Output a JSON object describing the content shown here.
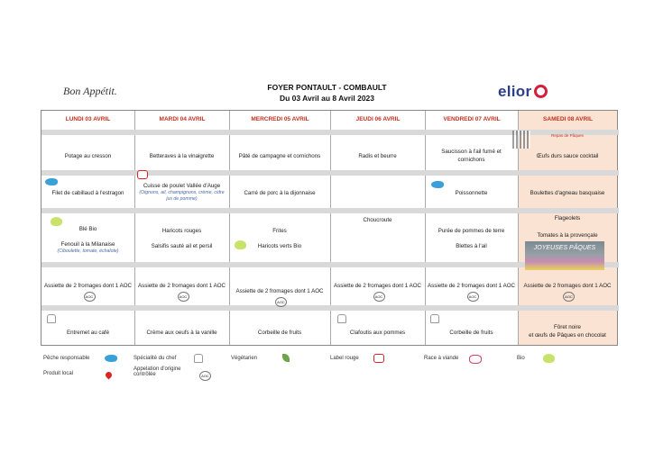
{
  "header": {
    "brand_left": "Bon Appétit.",
    "title_line1": "FOYER PONTAULT - COMBAULT",
    "title_line2": "Du 03 Avril au 8 Avril 2023",
    "brand_right": "elior"
  },
  "days": [
    {
      "label": "LUNDI 03 AVRIL",
      "entree": "Potage au cresson",
      "plat": "Filet de cabillaud à l'estragon",
      "garniture1": "Blé Bio",
      "garniture2": "Fenouil à la Milanaise",
      "garniture2_sub": "(Ciboulette, tomate, échalote)",
      "fromage": "Assiette de 2 fromages dont 1 AOC",
      "dessert": "Entremet au café"
    },
    {
      "label": "MARDI 04 AVRIL",
      "entree": "Betteraves à la vinaigrette",
      "plat": "Cuisse de poulet Vallée d'Auge",
      "plat_sub": "(Oignons, ail, champignons, crème, cidre jus de pomme)",
      "garniture1": "Haricots rouges",
      "garniture2": "Salsifis sauté ail et persil",
      "fromage": "Assiette de 2 fromages dont 1 AOC",
      "dessert": "Crème aux oeufs à la vanille"
    },
    {
      "label": "MERCREDI 05 AVRIL",
      "entree": "Pâté de campagne et cornichons",
      "plat": "Carré de porc à la dijonnaise",
      "garniture1": "Frites",
      "garniture2": "Haricots verts Bio",
      "fromage": "Assiette de 2 fromages dont 1 AOC",
      "dessert": "Corbeille de fruits"
    },
    {
      "label": "JEUDI 06 AVRIL",
      "entree": "Radis et beurre",
      "plat": "Choucroute",
      "fromage": "Assiette de 2 fromages dont 1 AOC",
      "dessert": "Clafoutis aux pommes"
    },
    {
      "label": "VENDREDI 07 AVRIL",
      "entree": "Saucisson à l'ail fumé et cornichons",
      "plat": "Poissonnette",
      "garniture1": "Purée de pommes de terre",
      "garniture2": "Blettes à l'ail",
      "fromage": "Assiette de 2 fromages dont 1 AOC",
      "dessert": "Corbeille de fruits"
    },
    {
      "label": "SAMEDI 08 AVRIL",
      "note": "Repas de Pâques",
      "entree": "Œufs durs sauce cocktail",
      "plat": "Boulettes d'agneau basquaise",
      "garniture1": "Flageolets",
      "garniture2": "Tomates à la provençale",
      "banner": "JOYEUSES PÂQUES",
      "fromage": "Assiette de 2 fromages dont 1 AOC",
      "dessert": "Fôret noire",
      "dessert2": "et œufs de Pâques en chocolat"
    }
  ],
  "aoc_badge": "AOC",
  "legend": {
    "peche": "Pêche responsable",
    "specialite": "Spécialité du chef",
    "vegetarien": "Végétarien",
    "label_rouge": "Label rouge",
    "race": "Race à viande",
    "bio": "Bio",
    "local": "Produit local",
    "aop1": "Appelation d'origine",
    "aop2": "contrôlée"
  },
  "colors": {
    "day_header": "#c0311e",
    "saturday_bg": "#fbe3d3",
    "separator": "#d9d9d9",
    "brand_blue": "#2c3f8c",
    "brand_red": "#d41f3c"
  }
}
